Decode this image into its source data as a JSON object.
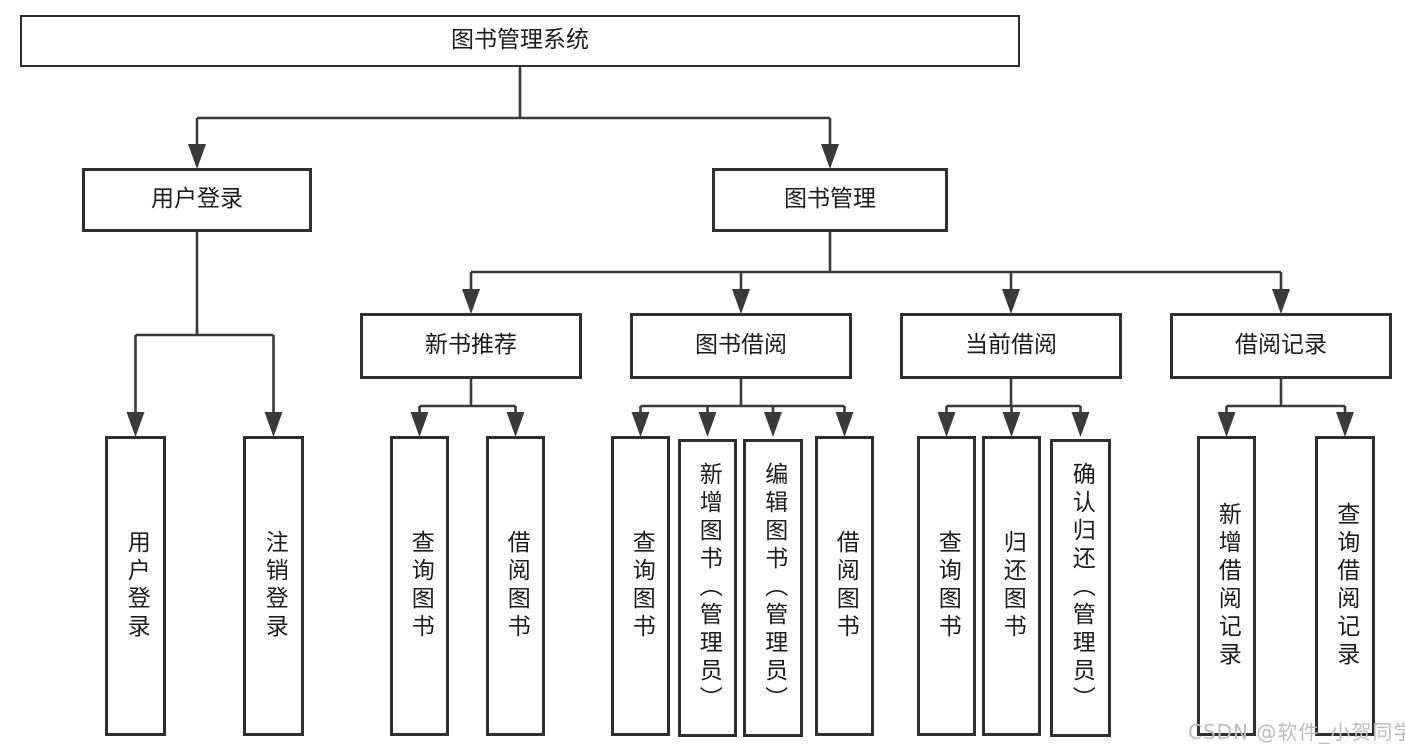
{
  "colors": {
    "background": "#ffffff",
    "line": "#3a3a3a",
    "box_border": "#2f2f2f",
    "text": "#1c1c1c",
    "watermark": "#bdbdbd"
  },
  "tree": {
    "root": {
      "label": "图书管理系统"
    },
    "branches": [
      {
        "label": "用户登录",
        "children": [
          {
            "label": "用户登录"
          },
          {
            "label": "注销登录"
          }
        ]
      },
      {
        "label": "图书管理",
        "children": [
          {
            "label": "新书推荐",
            "children": [
              {
                "label": "查询图书"
              },
              {
                "label": "借阅图书"
              }
            ]
          },
          {
            "label": "图书借阅",
            "children": [
              {
                "label": "查询图书"
              },
              {
                "label": "新增图书（管理员）"
              },
              {
                "label": "编辑图书（管理员）"
              },
              {
                "label": "借阅图书"
              }
            ]
          },
          {
            "label": "当前借阅",
            "children": [
              {
                "label": "查询图书"
              },
              {
                "label": "归还图书"
              },
              {
                "label": "确认归还（管理员）"
              }
            ]
          },
          {
            "label": "借阅记录",
            "children": [
              {
                "label": "新增借阅记录"
              },
              {
                "label": "查询借阅记录"
              }
            ]
          }
        ]
      }
    ]
  },
  "watermark": "CSDN @软件_小贺同学"
}
